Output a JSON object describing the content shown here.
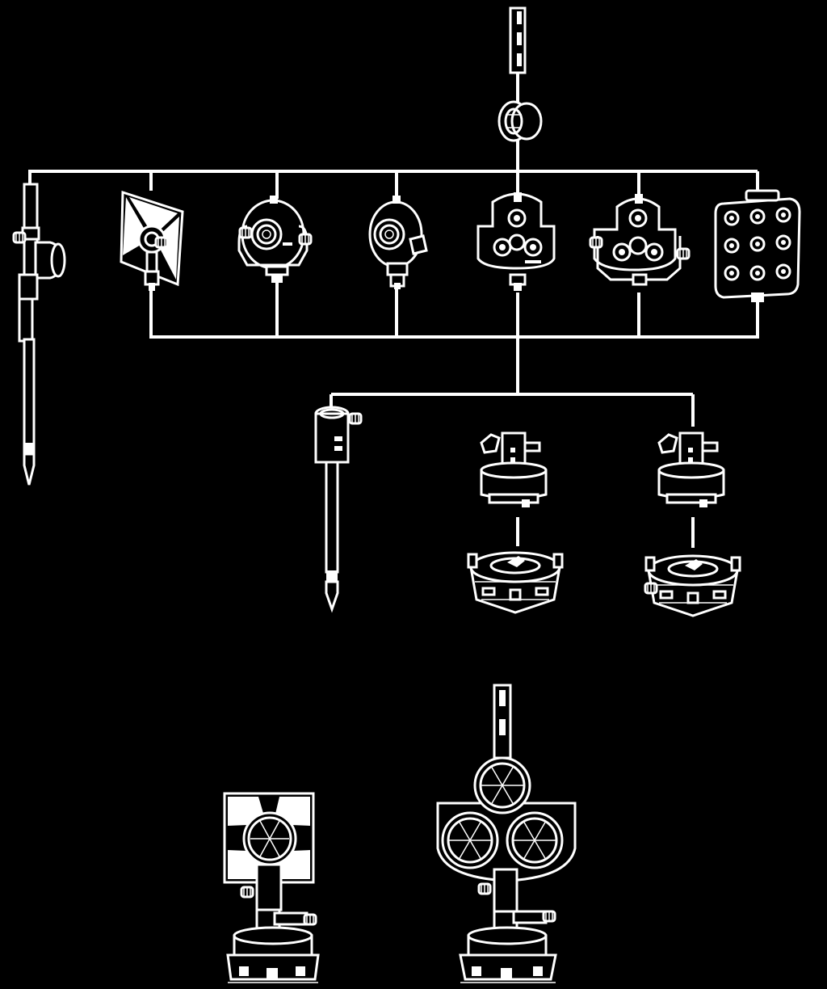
{
  "diagram": {
    "background": "#000000",
    "foreground": "#ffffff",
    "components": [
      {
        "id": "top-prism-pole-tip",
        "icon": "pole-tip-icon"
      },
      {
        "id": "top-adapter",
        "icon": "adapter-icon"
      },
      {
        "id": "prism-pole-with-holder",
        "icon": "prism-pole-icon"
      },
      {
        "id": "target-plate-prism",
        "icon": "target-plate-icon"
      },
      {
        "id": "single-prism-yoke",
        "icon": "single-prism-icon"
      },
      {
        "id": "single-prism-compact",
        "icon": "single-prism-icon"
      },
      {
        "id": "triple-prism-holder",
        "icon": "triple-prism-icon"
      },
      {
        "id": "triple-prism-yoke",
        "icon": "triple-prism-icon"
      },
      {
        "id": "nine-prism-holder",
        "icon": "nine-prism-icon"
      },
      {
        "id": "short-pole",
        "icon": "prism-pole-icon"
      },
      {
        "id": "tribrach-adapter-1",
        "icon": "tribrach-adapter-icon"
      },
      {
        "id": "tribrach-adapter-2",
        "icon": "tribrach-adapter-icon"
      },
      {
        "id": "tribrach-1",
        "icon": "tribrach-icon"
      },
      {
        "id": "tribrach-2",
        "icon": "tribrach-icon"
      },
      {
        "id": "assembled-single-prism-target",
        "icon": "assembled-target-icon"
      },
      {
        "id": "assembled-triple-prism",
        "icon": "assembled-triple-prism-icon"
      }
    ]
  }
}
